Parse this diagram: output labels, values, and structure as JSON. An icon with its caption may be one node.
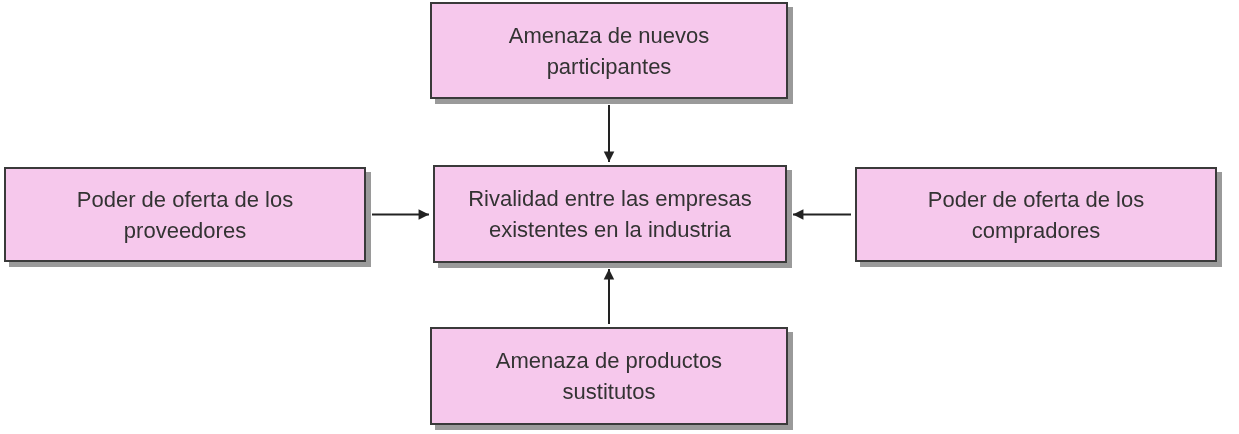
{
  "diagram": {
    "nodes": [
      {
        "text": [
          "Amenaza de nuevos participantes"
        ]
      },
      {
        "text": [
          "Poder de oferta de los proveedores"
        ]
      },
      {
        "text": [
          "Rivalidad entre las empresas existentes en la industria"
        ]
      },
      {
        "text": [
          "Poder de oferta de los compradores"
        ]
      },
      {
        "text": [
          "Amenaza de productos sustitutos"
        ]
      }
    ],
    "edges": [
      {
        "from": 0,
        "to": 2,
        "arrow": "to"
      },
      {
        "from": 1,
        "to": 2,
        "arrow": "to"
      },
      {
        "from": 3,
        "to": 2,
        "arrow": "to"
      },
      {
        "from": 4,
        "to": 2,
        "arrow": "to"
      }
    ]
  }
}
